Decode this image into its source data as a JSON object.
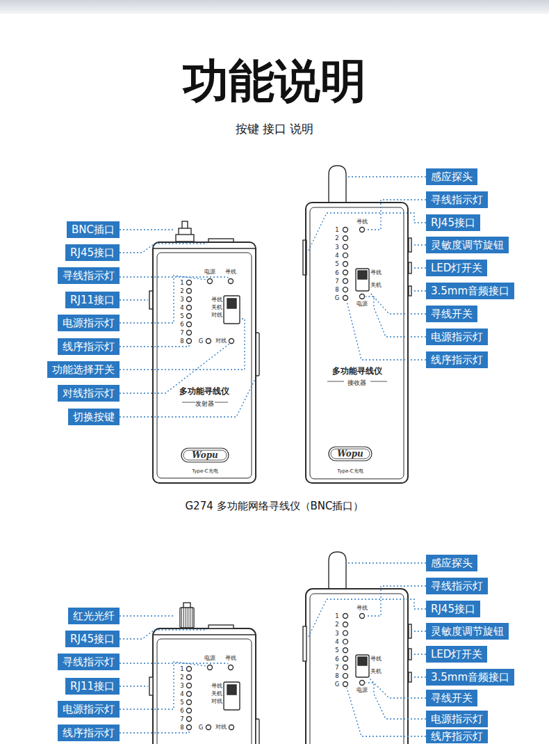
{
  "diagram": {
    "title": "功能说明",
    "caption": "G274 多功能网络寻线仪（BNC插口）",
    "nodes": [
      {
        "text": [
          "多功能寻线仪",
          "发射器"
        ]
      },
      {
        "text": [
          "多功能寻线仪",
          "接收器"
        ]
      },
      {
        "text": [
          "BNC插口"
        ]
      },
      {
        "text": [
          "RJ45接口"
        ]
      },
      {
        "text": [
          "寻线指示灯"
        ]
      },
      {
        "text": [
          "RJ11接口"
        ]
      },
      {
        "text": [
          "电源指示灯"
        ]
      },
      {
        "text": [
          "线序指示灯"
        ]
      },
      {
        "text": [
          "功能选择开关"
        ]
      },
      {
        "text": [
          "对线指示灯"
        ]
      },
      {
        "text": [
          "切换按键"
        ]
      },
      {
        "text": [
          "感应探头"
        ]
      },
      {
        "text": [
          "寻线指示灯"
        ]
      },
      {
        "text": [
          "RJ45接口"
        ]
      },
      {
        "text": [
          "灵敏度调节旋钮"
        ]
      },
      {
        "text": [
          "LED灯开关"
        ]
      },
      {
        "text": [
          "3.5mm音频接口"
        ]
      },
      {
        "text": [
          "寻线开关"
        ]
      },
      {
        "text": [
          "电源指示灯"
        ]
      },
      {
        "text": [
          "线序指示灯"
        ]
      },
      {
        "text": [
          "红光光纤"
        ]
      },
      {
        "text": [
          "RJ45接口"
        ]
      },
      {
        "text": [
          "寻线指示灯"
        ]
      },
      {
        "text": [
          "RJ11接口"
        ]
      },
      {
        "text": [
          "电源指示灯"
        ]
      },
      {
        "text": [
          "线序指示灯"
        ]
      },
      {
        "text": [
          "感应探头"
        ]
      },
      {
        "text": [
          "寻线指示灯"
        ]
      },
      {
        "text": [
          "RJ45接口"
        ]
      },
      {
        "text": [
          "灵敏度调节旋钮"
        ]
      },
      {
        "text": [
          "LED灯开关"
        ]
      },
      {
        "text": [
          "3.5mm音频接口"
        ]
      },
      {
        "text": [
          "寻线开关"
        ]
      },
      {
        "text": [
          "电源指示灯"
        ]
      },
      {
        "text": [
          "线序指示灯"
        ]
      }
    ],
    "labels": [
      "按键 接口 说明",
      "电源",
      "寻线",
      "1",
      "2",
      "3",
      "4",
      "5",
      "6",
      "7",
      "8",
      "寻线",
      "关机",
      "对线",
      "G",
      "对线",
      "Wopu",
      "Type-C充电",
      "寻线",
      "1",
      "2",
      "3",
      "4",
      "5",
      "6",
      "7",
      "8",
      "G",
      "寻线",
      "关机",
      "电源",
      "Wopu",
      "Type-C充电",
      "电源",
      "寻线",
      "1",
      "2",
      "3",
      "4",
      "5",
      "6",
      "7",
      "8",
      "寻线",
      "关机",
      "对线",
      "G",
      "对线",
      "寻线",
      "1",
      "2",
      "3",
      "4",
      "5",
      "6",
      "7",
      "8",
      "G",
      "寻线",
      "关机",
      "电源"
    ]
  }
}
